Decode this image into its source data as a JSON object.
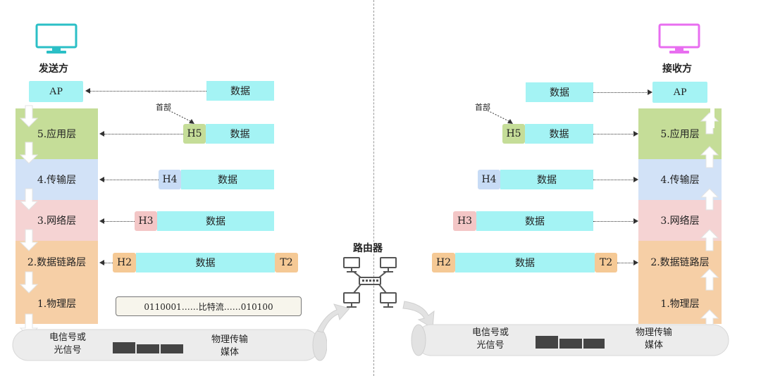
{
  "sender": {
    "title": "发送方"
  },
  "receiver": {
    "title": "接收方"
  },
  "ap": "AP",
  "data_label": "数据",
  "header_label": "首部",
  "headers": {
    "h5": "H5",
    "h4": "H4",
    "h3": "H3",
    "h2": "H2",
    "t2": "T2"
  },
  "layers": {
    "application": "5.应用层",
    "transport": "4.传输层",
    "network": "3.网络层",
    "datalink": "2.数据链路层",
    "physical": "1.物理层"
  },
  "bitstream": "0110001……比特流……010100",
  "medium": {
    "signal": [
      "电信号或",
      "光信号"
    ],
    "transmission": [
      "物理传输",
      "媒体"
    ]
  },
  "router": {
    "title": "路由器"
  },
  "colors": {
    "sender_monitor": "#2bbfc6",
    "receiver_monitor": "#e86ef0",
    "data": "#a4f3f4"
  }
}
